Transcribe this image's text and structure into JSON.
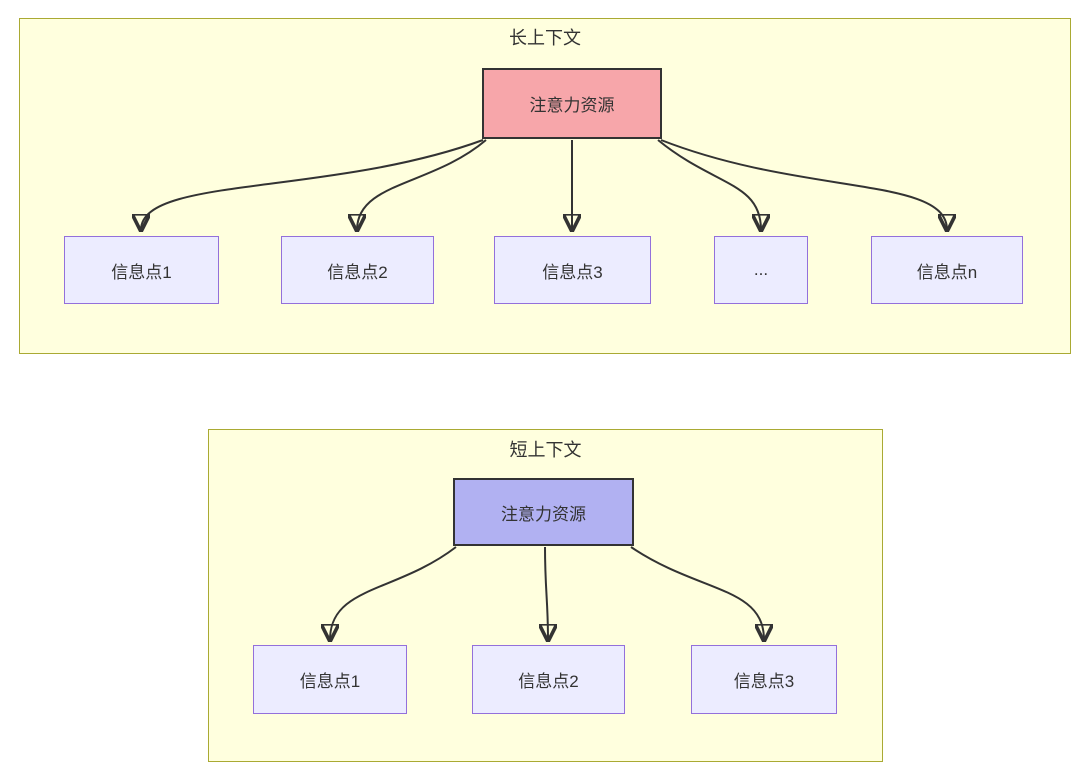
{
  "long": {
    "title": "长上下文",
    "attention_label": "注意力资源",
    "nodes": [
      "信息点1",
      "信息点2",
      "信息点3",
      "...",
      "信息点n"
    ]
  },
  "short": {
    "title": "短上下文",
    "attention_label": "注意力资源",
    "nodes": [
      "信息点1",
      "信息点2",
      "信息点3"
    ]
  },
  "colors": {
    "cluster_fill": "#ffffde",
    "cluster_border": "#aaaa33",
    "attention_long_fill": "#f7a6aa",
    "attention_short_fill": "#b1b1f2",
    "attention_border": "#333333",
    "info_fill": "#ececff",
    "info_border": "#9370db",
    "edge": "#333333",
    "text": "#333333"
  }
}
